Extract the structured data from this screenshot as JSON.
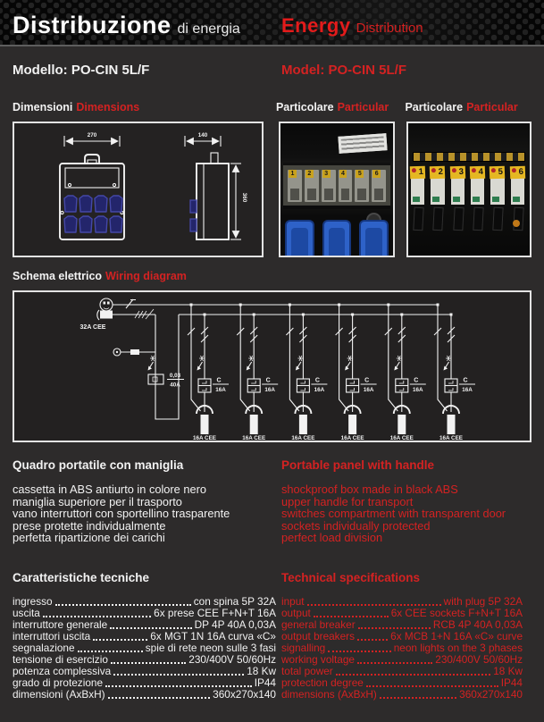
{
  "page": {
    "bg": "#2d2b2b",
    "accent_red": "#d42222"
  },
  "header": {
    "title_it_strong": "Distribuzione",
    "title_it_light": "di energia",
    "title_en_strong": "Energy",
    "title_en_light": "Distribution"
  },
  "model": {
    "it": "Modello: PO-CIN 5L/F",
    "en": "Model: PO-CIN 5L/F"
  },
  "section_titles": {
    "dimensions_it": "Dimensioni",
    "dimensions_en": "Dimensions",
    "particular1_it": "Particolare",
    "particular1_en": "Particular",
    "particular2_it": "Particolare",
    "particular2_en": "Particular",
    "wiring_it": "Schema elettrico",
    "wiring_en": "Wiring diagram"
  },
  "dimensions_drawing": {
    "front_width": "270",
    "side_depth": "140",
    "side_height": "360"
  },
  "wiring": {
    "input_label": "32A CEE",
    "rcd_value_top": "0,03",
    "rcd_value_bottom": "40A",
    "branch_breaker_top": "C",
    "branch_breaker_bottom": "16A",
    "branch_output_label": "16A CEE",
    "branch_count": 6
  },
  "photos": {
    "breaker_numbers": [
      "1",
      "2",
      "3",
      "4",
      "5",
      "6"
    ]
  },
  "features": {
    "title_it": "Quadro portatile con maniglia",
    "title_en": "Portable panel with handle",
    "items_it": [
      "cassetta in ABS antiurto in colore nero",
      "maniglia superiore per il trasporto",
      "vano interruttori con sportellino trasparente",
      "prese protette individualmente",
      "perfetta ripartizione dei carichi"
    ],
    "items_en": [
      "shockproof box made in black ABS",
      "upper handle for transport",
      "switches compartment with transparent door",
      "sockets individually protected",
      "perfect load division"
    ]
  },
  "specs": {
    "title_it": "Caratteristiche tecniche",
    "title_en": "Technical specifications",
    "rows_it": [
      {
        "label": "ingresso",
        "value": "con spina 5P 32A"
      },
      {
        "label": "uscita",
        "value": "6x prese CEE F+N+T 16A"
      },
      {
        "label": "interruttore generale",
        "value": "DP 4P 40A 0,03A"
      },
      {
        "label": "interruttori uscita",
        "value": "6x MGT 1N 16A curva «C»"
      },
      {
        "label": "segnalazione",
        "value": "spie di rete neon sulle 3 fasi"
      },
      {
        "label": "tensione di esercizio",
        "value": "230/400V 50/60Hz"
      },
      {
        "label": "potenza complessiva",
        "value": "18 Kw"
      },
      {
        "label": "grado di protezione",
        "value": "IP44"
      },
      {
        "label": "dimensioni (AxBxH)",
        "value": "360x270x140"
      }
    ],
    "rows_en": [
      {
        "label": "input",
        "value": "with plug 5P 32A"
      },
      {
        "label": "output",
        "value": "6x CEE sockets F+N+T 16A"
      },
      {
        "label": "general breaker",
        "value": "RCB 4P 40A 0,03A"
      },
      {
        "label": "output breakers",
        "value": "6x MCB 1+N 16A «C» curve"
      },
      {
        "label": "signalling",
        "value": "neon lights on the 3 phases"
      },
      {
        "label": "working voltage",
        "value": "230/400V 50/60Hz"
      },
      {
        "label": "total power",
        "value": "18 Kw"
      },
      {
        "label": "protection degree",
        "value": "IP44"
      },
      {
        "label": "dimensions (AxBxH)",
        "value": "360x270x140"
      }
    ]
  }
}
